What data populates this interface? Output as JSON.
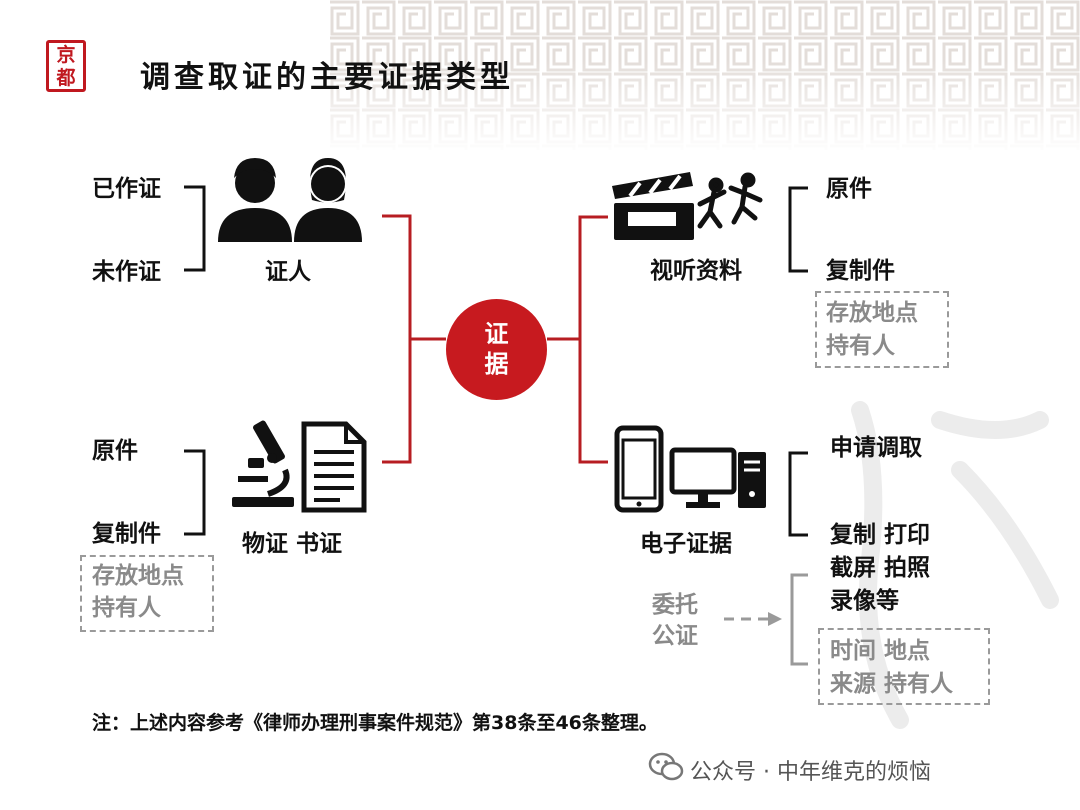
{
  "header": {
    "seal_text": "京都",
    "title": "调查取证的主要证据类型"
  },
  "center": {
    "line1": "证",
    "line2": "据"
  },
  "witness": {
    "label": "证人",
    "items": [
      "已作证",
      "未作证"
    ]
  },
  "physical": {
    "label": "物证 书证",
    "items": [
      "原件",
      "复制件"
    ],
    "box": [
      "存放地点",
      "持有人"
    ]
  },
  "audiovisual": {
    "label": "视听资料",
    "items": [
      "原件",
      "复制件"
    ],
    "box": [
      "存放地点",
      "持有人"
    ]
  },
  "electronic": {
    "label": "电子证据",
    "items": [
      "申请调取",
      "复制 打印",
      "截屏 拍照",
      "录像等"
    ],
    "delegate": [
      "委托",
      "公证"
    ],
    "box": [
      "时间 地点",
      "来源 持有人"
    ]
  },
  "note": "注：上述内容参考《律师办理刑事案件规范》第38条至46条整理。",
  "footer": {
    "text": "公众号 · 中年维克的烦恼"
  },
  "colors": {
    "accent": "#c71a1f",
    "text": "#111111",
    "muted": "#8a8a8a"
  }
}
